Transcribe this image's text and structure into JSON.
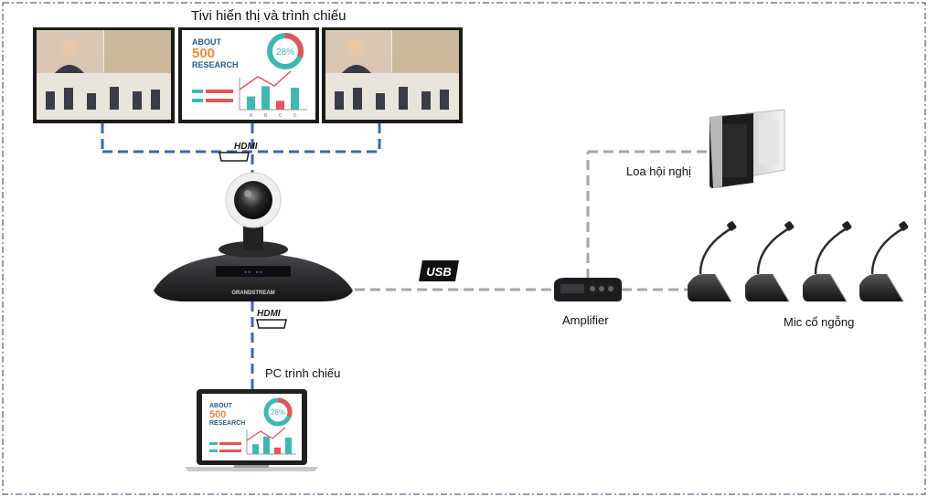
{
  "labels": {
    "tv_title": "Tivi hiển thị và trình chiếu",
    "speaker": "Loa hội nghị",
    "amplifier": "Amplifier",
    "mics": "Mic cổ ngỗng",
    "pc": "PC trình chiếu"
  },
  "connectors": {
    "hdmi_top": "HDMI",
    "hdmi_bottom": "HDMI",
    "usb": "USB"
  },
  "slide": {
    "heading_line1": "ABOUT",
    "heading_line2": "500",
    "heading_line3": "RESEARCH",
    "percent": "28%",
    "bar_labels": [
      "A",
      "B",
      "C",
      "D"
    ],
    "bar_values": [
      0.45,
      0.8,
      0.3,
      0.75
    ]
  },
  "device": {
    "brand": "GRANDSTREAM"
  },
  "colors": {
    "hdmi_link": "#3f64b0",
    "audio_link": "#a6a6a6",
    "frame_border": "#2a3d5a",
    "slide_teal": "#3fb8b0",
    "slide_red": "#e0555a",
    "slide_orange": "#f08a3c"
  },
  "icons": [
    "tv-display-icon",
    "video-conference-camera-icon",
    "hdmi-connector-icon",
    "usb-connector-icon",
    "amplifier-icon",
    "speaker-icon",
    "gooseneck-mic-icon",
    "laptop-icon"
  ]
}
